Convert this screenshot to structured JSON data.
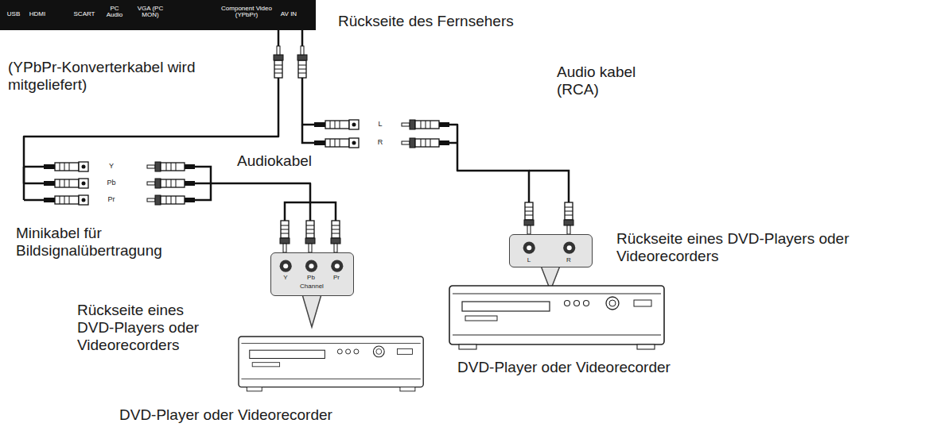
{
  "diagram": {
    "nodes": [
      {
        "text": [
          "USB",
          "HDMI",
          "SCART",
          "PC Audio",
          "VGA (PC MON)",
          "Component Video (YPbPr)",
          "AV IN"
        ]
      },
      {
        "text": [
          "Y",
          "Pb",
          "Pr",
          "Channel"
        ]
      },
      {
        "text": [
          "L",
          "R"
        ]
      }
    ],
    "edges": [
      {
        "from": 1,
        "to": 0,
        "arrow": "none"
      },
      {
        "from": 2,
        "to": 0,
        "arrow": "none"
      }
    ],
    "labels": [
      "Rückseite des Fernsehers",
      "(YPbPr-Konverterkabel wird mitgeliefert)",
      "Audio kabel (RCA)",
      "Y",
      "Pb",
      "Pr",
      "L",
      "R",
      "Audiokabel",
      "Minikabel für Bildsignalübertragung",
      "Rückseite eines DVD-Players oder Videorecorders",
      "Rückseite eines DVD-Players oder Videorecorders",
      "DVD-Player oder Videorecorder",
      "DVD-Player oder Videorecorder"
    ]
  }
}
